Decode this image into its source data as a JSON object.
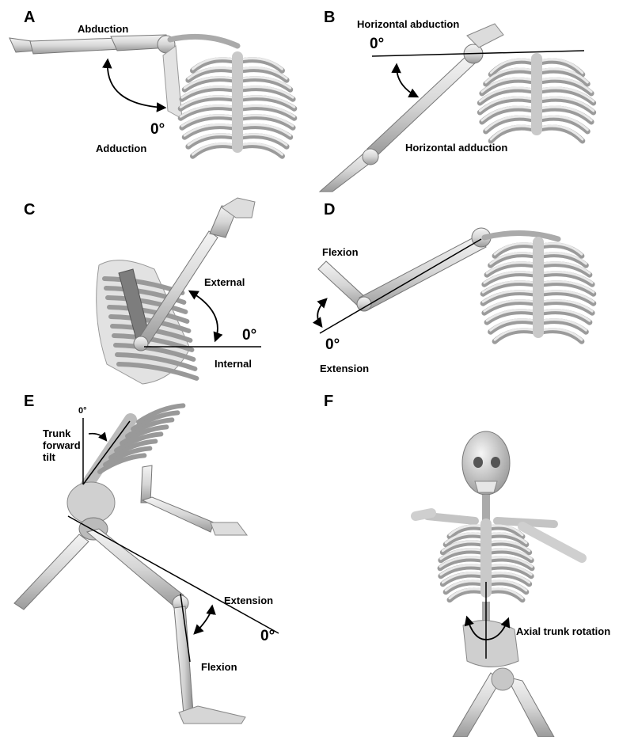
{
  "panels": {
    "A": {
      "letter": "A",
      "label_top": "Abduction",
      "label_bottom": "Adduction",
      "zero": "0°"
    },
    "B": {
      "letter": "B",
      "label_top": "Horizontal abduction",
      "label_bottom": "Horizontal adduction",
      "zero": "0°"
    },
    "C": {
      "letter": "C",
      "label_top": "External",
      "label_bottom": "Internal",
      "zero": "0°"
    },
    "D": {
      "letter": "D",
      "label_top": "Flexion",
      "label_bottom": "Extension",
      "zero": "0°"
    },
    "E": {
      "letter": "E",
      "label_trunk": "Trunk\nforward\ntilt",
      "zero_small": "0°",
      "label_top": "Extension",
      "label_bottom": "Flexion",
      "zero": "0°"
    },
    "F": {
      "letter": "F",
      "label_axial": "Axial trunk rotation"
    }
  },
  "colors": {
    "bone": "#d9d9d9",
    "bone_shadow": "#8c8c8c",
    "line": "#000000",
    "background": "#ffffff"
  }
}
